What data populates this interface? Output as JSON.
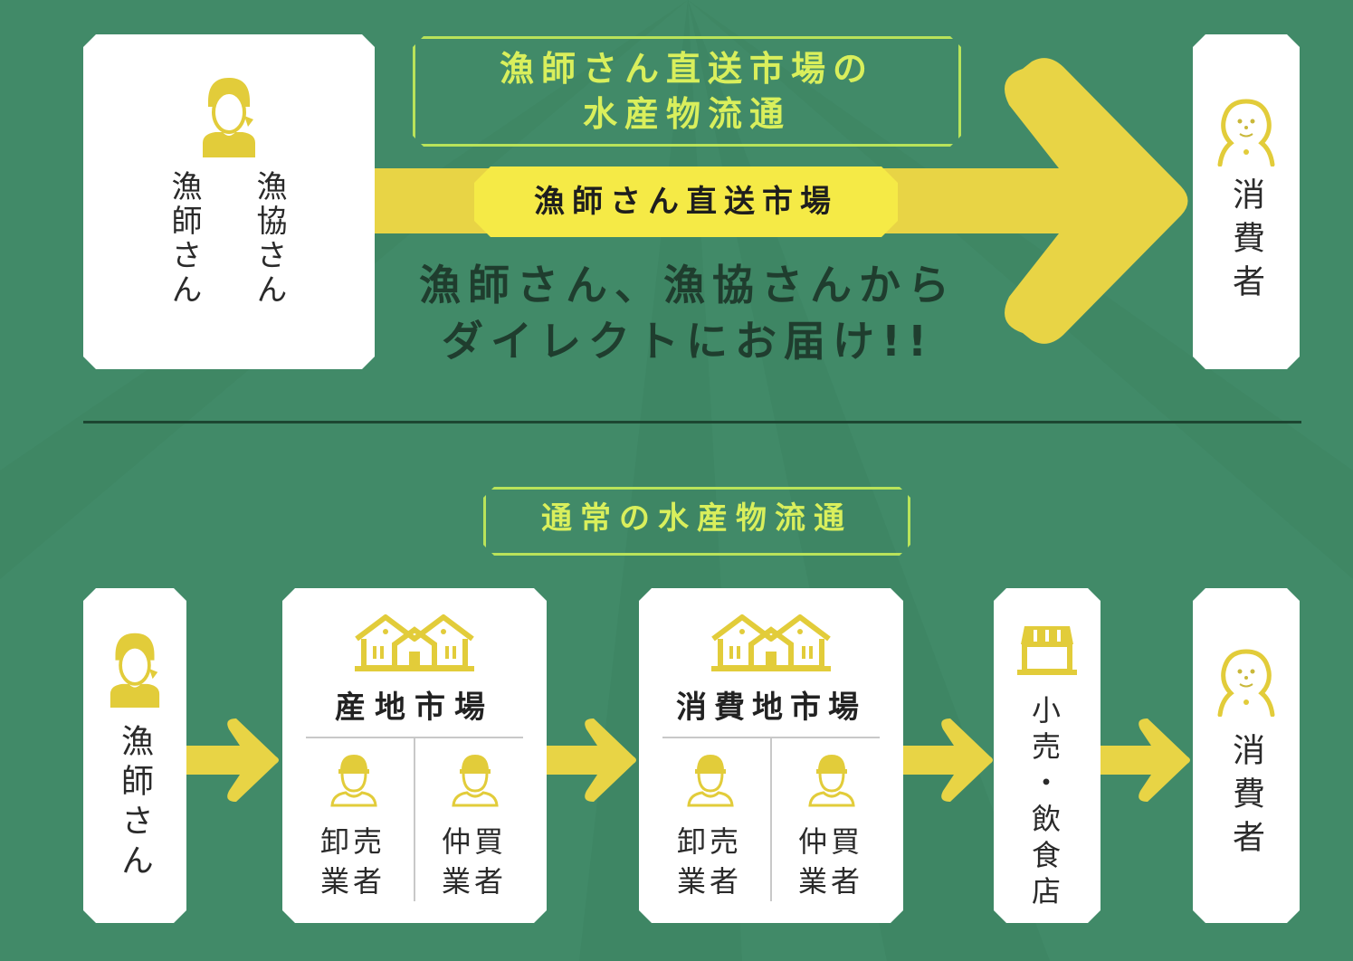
{
  "colors": {
    "background": "#418a68",
    "accent_yellow": "#e8d445",
    "pill_yellow": "#f5ea46",
    "label_green": "#d9ef5c",
    "card": "#ffffff",
    "text_dark": "#2a2a2a"
  },
  "direct_flow": {
    "heading_line1": "漁師さん直送市場の",
    "heading_line2": "水産物流通",
    "source": {
      "icon": "fisherwoman-icon",
      "label_left": "漁師さん",
      "label_right": "漁協さん"
    },
    "arrow_pill": "漁師さん直送市場",
    "tagline_line1": "漁師さん、漁協さんから",
    "tagline_line2": "ダイレクトにお届け!!",
    "destination": {
      "icon": "consumer-icon",
      "label": "消費者"
    }
  },
  "normal_flow": {
    "heading": "通常の水産物流通",
    "steps": [
      {
        "icon": "fisherwoman-icon",
        "label": "漁師さん"
      },
      {
        "icon": "houses-icon",
        "title": "産地市場",
        "sub": [
          {
            "icon": "worker-icon",
            "line1": "卸売",
            "line2": "業者"
          },
          {
            "icon": "worker-icon",
            "line1": "仲買",
            "line2": "業者"
          }
        ]
      },
      {
        "icon": "houses-icon",
        "title": "消費地市場",
        "sub": [
          {
            "icon": "worker-icon",
            "line1": "卸売",
            "line2": "業者"
          },
          {
            "icon": "worker-icon",
            "line1": "仲買",
            "line2": "業者"
          }
        ]
      },
      {
        "icon": "shop-icon",
        "label": "小売・飲食店"
      },
      {
        "icon": "consumer-icon",
        "label": "消費者"
      }
    ]
  }
}
